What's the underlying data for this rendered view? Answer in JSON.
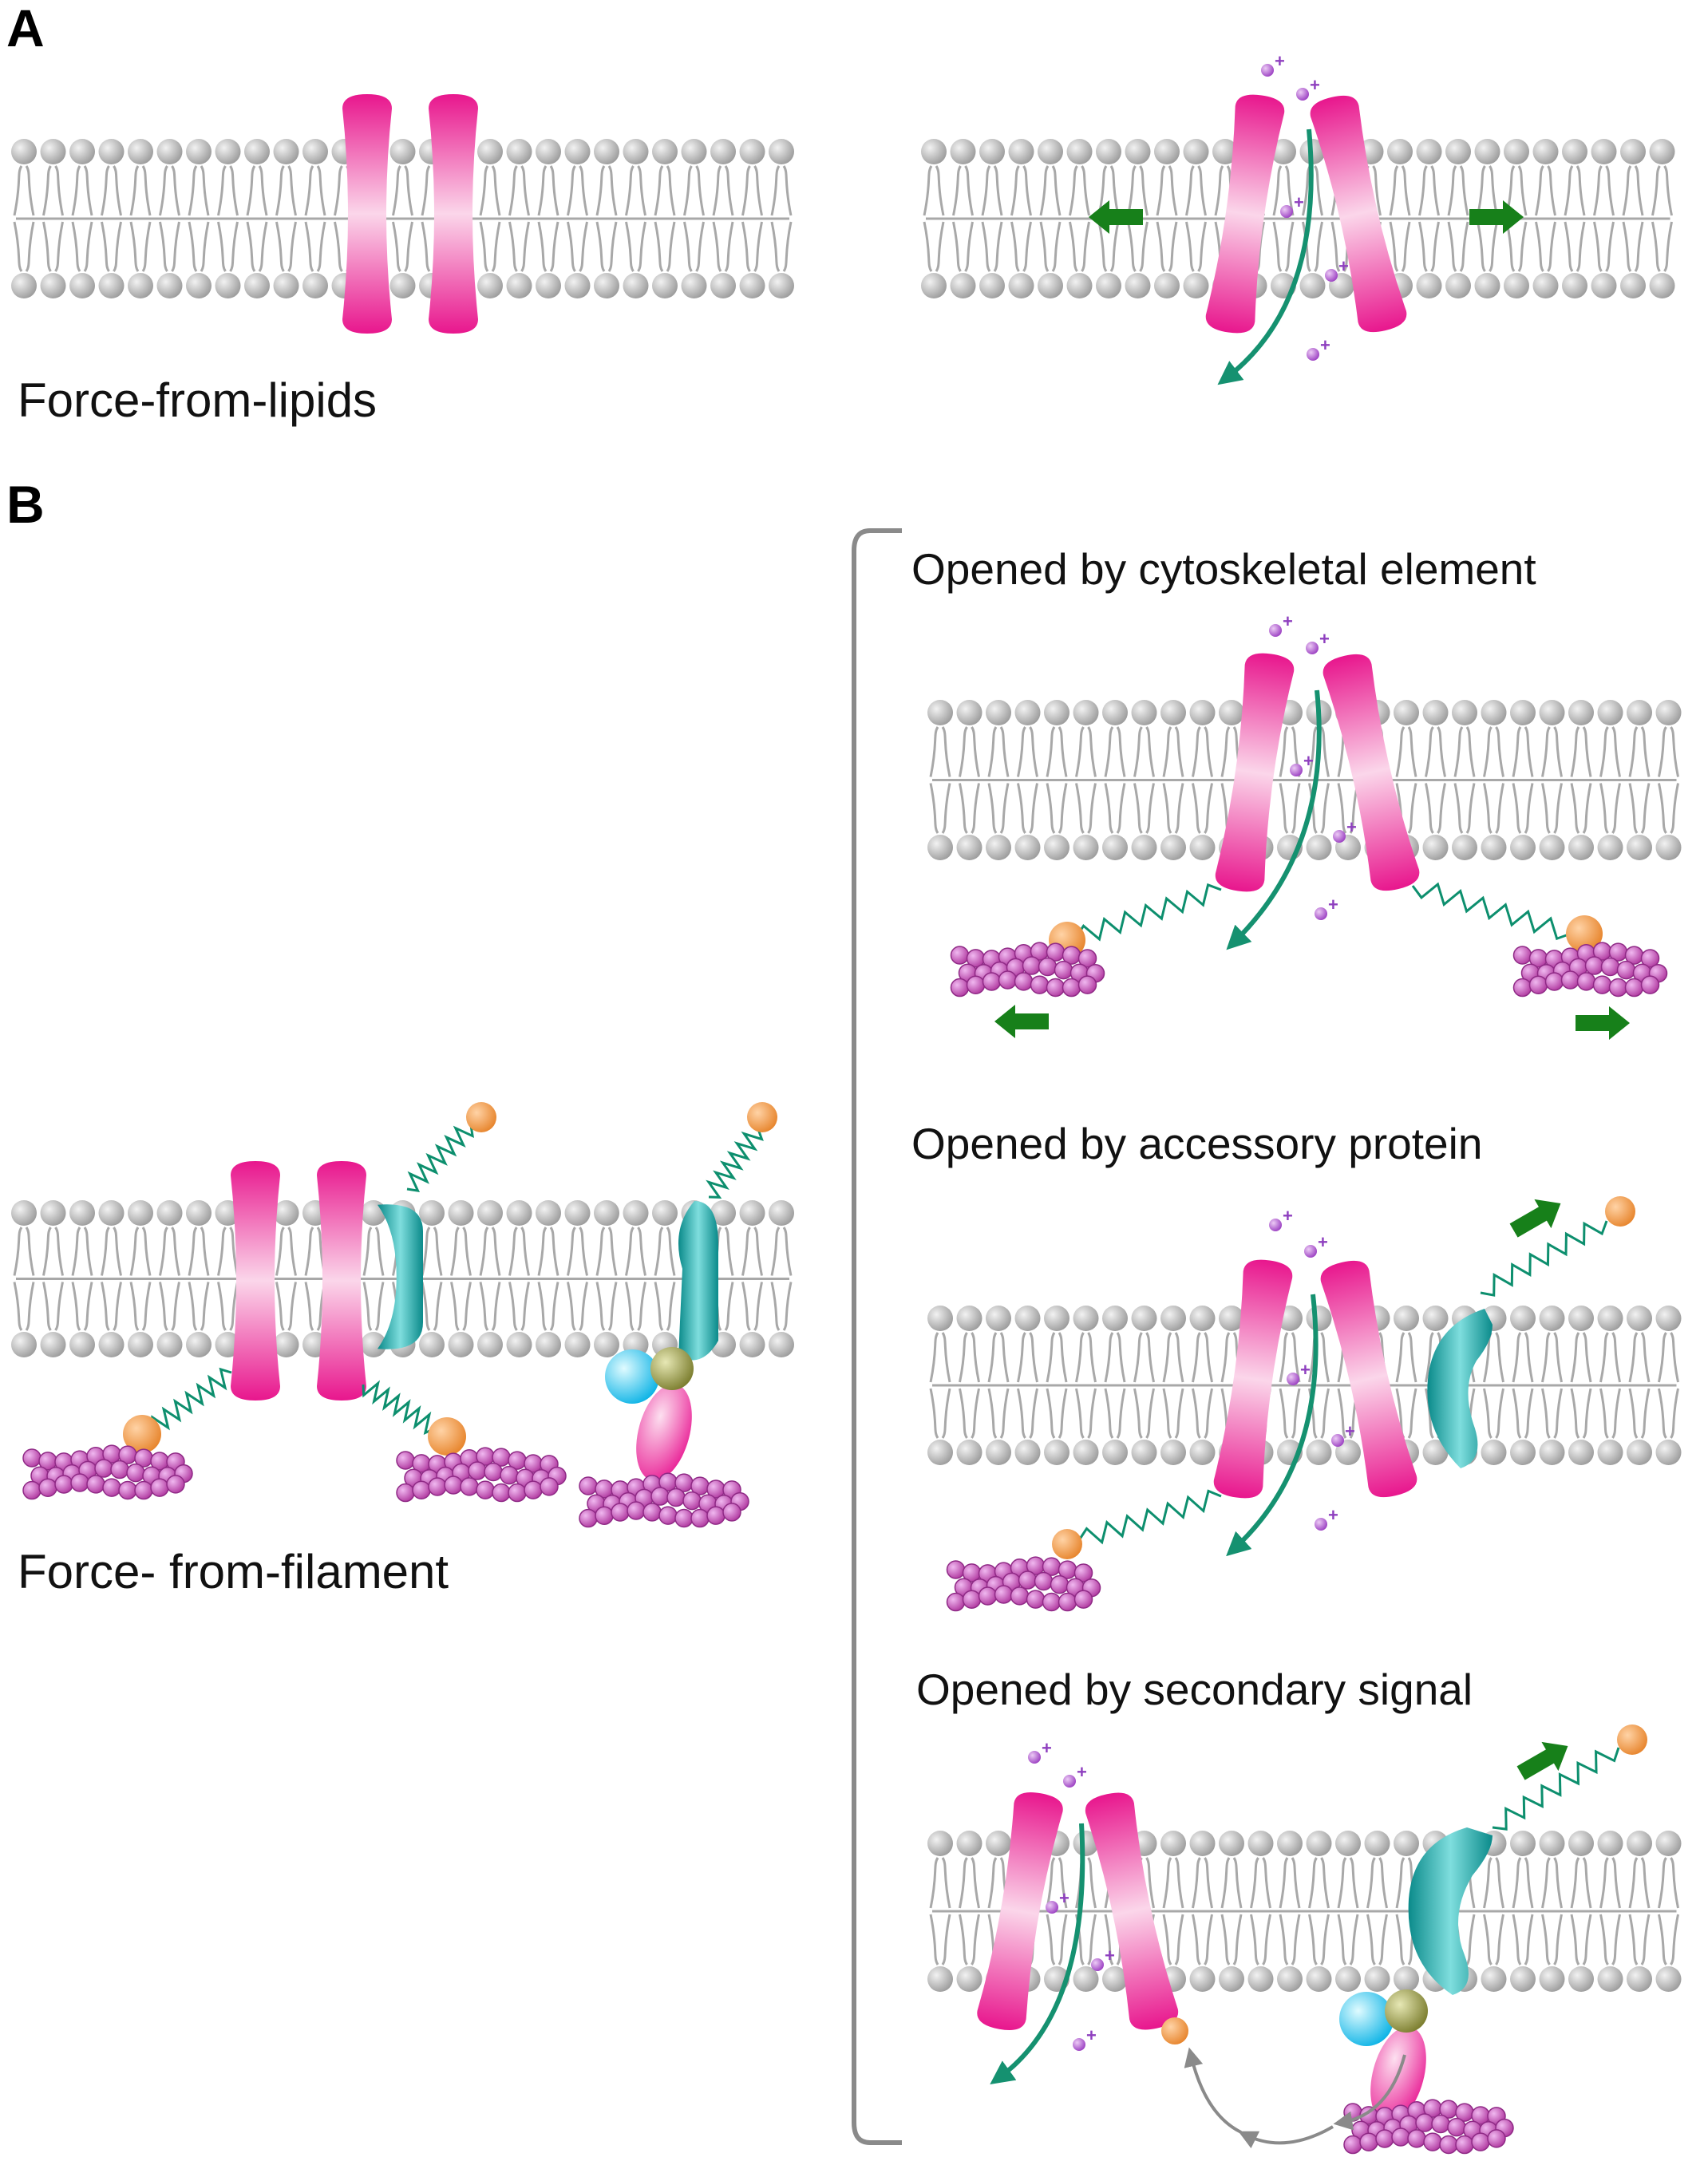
{
  "panel_a": {
    "letter": "A",
    "caption": "Force-from-lipids"
  },
  "panel_b": {
    "letter": "B",
    "caption": "Force- from-filament",
    "bracket_headings": [
      "Opened by cytoskeletal element",
      "Opened by accessory protein",
      "Opened by secondary signal"
    ]
  },
  "ion_label": "+",
  "colors": {
    "lipid": "#a8a8a8",
    "channel": "#e6168c",
    "channel_highlight": "#fbd3e9",
    "accessory_protein": "#0a8f8f",
    "filament": "#c54bc7",
    "anchor": "#f29a45",
    "force_arrow": "#17801a",
    "ion_flow": "#159170",
    "ion": "#b25bd2",
    "signal_sphere": "#19c3ee",
    "signal_ball": "#8d8f3a",
    "signal_loop": "#8a8a8a",
    "bracket": "#8a8a8a"
  }
}
